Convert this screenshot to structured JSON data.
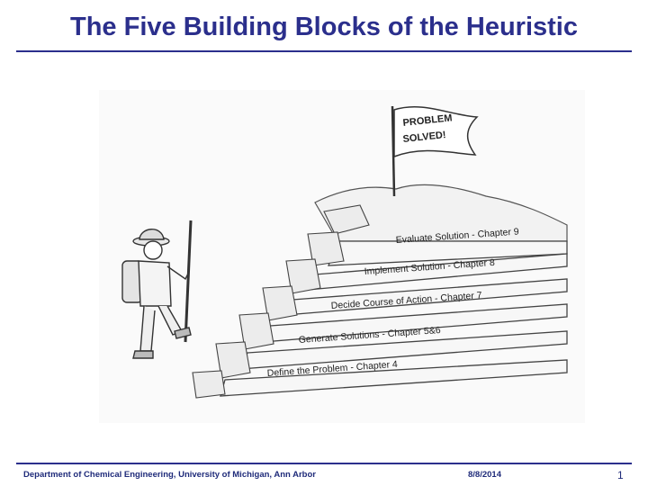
{
  "slide": {
    "title": "The Five Building Blocks of the Heuristic"
  },
  "illustration": {
    "flag_text_line1": "PROBLEM",
    "flag_text_line2": "SOLVED!",
    "steps": [
      {
        "label": "Evaluate Solution - Chapter 9"
      },
      {
        "label": "Implement Solution - Chapter 8"
      },
      {
        "label": "Decide Course of Action - Chapter 7"
      },
      {
        "label": "Generate Solutions - Chapter 5&6"
      },
      {
        "label": "Define the Problem - Chapter 4"
      }
    ]
  },
  "footer": {
    "department": "Department of Chemical Engineering, University of Michigan, Ann Arbor",
    "date": "8/8/2014",
    "page_number": "1"
  },
  "colors": {
    "title": "#2b2f8c",
    "rule": "#2b2f8c",
    "footer_text": "#1f2b7a",
    "sketch": "#333333"
  }
}
